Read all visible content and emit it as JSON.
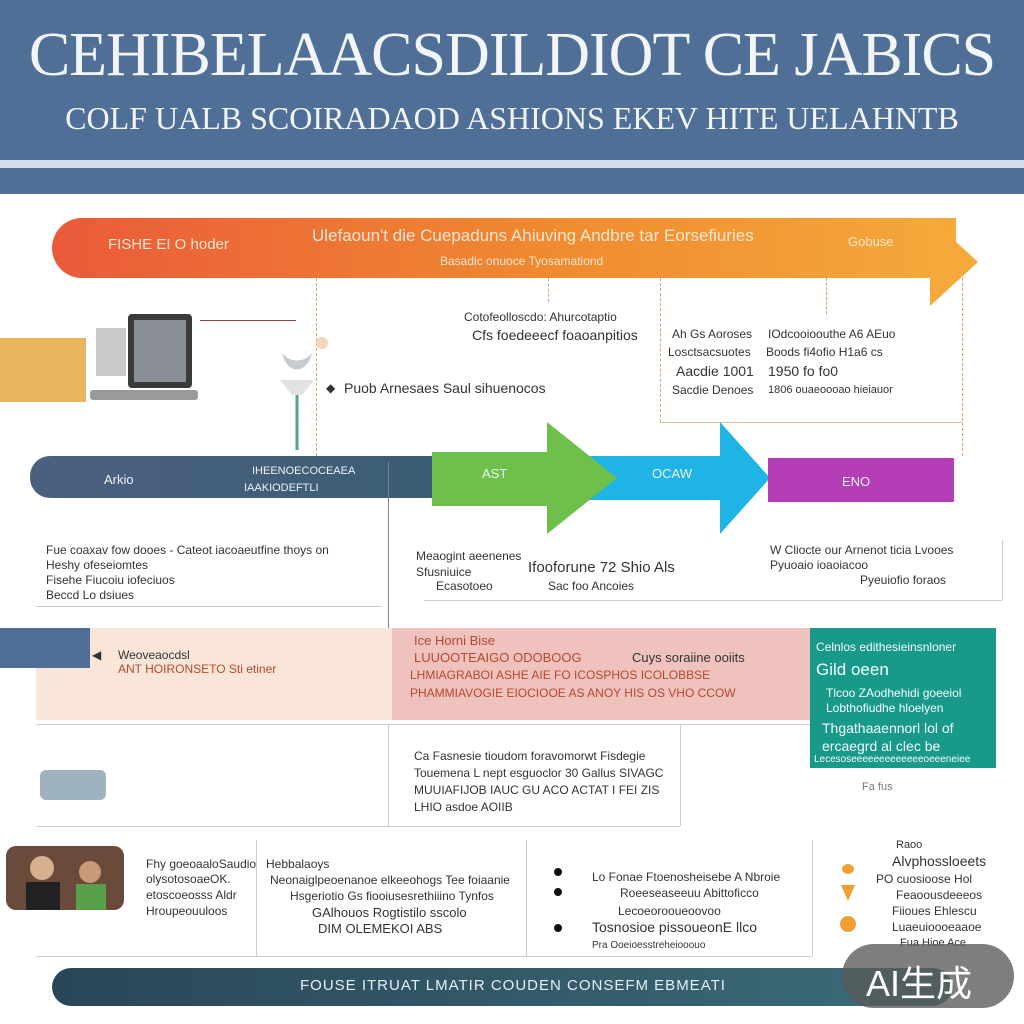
{
  "header": {
    "title": "CEHIBELAACSDILDIOT CE JABICS",
    "subtitle": "COLF UALB SCOIRADAOD ASHIONS EKEV HITE UELAHNTB"
  },
  "top_band": {
    "left_label": "FISHE EI O hoder",
    "center_title": "Ulefaoun't die Cuepaduns Ahiuving Andbre tar Eorsefiuries",
    "center_sub": "Basadic onuoce Tyosamationd",
    "right_label": "Gobuse"
  },
  "upper_notes": {
    "mid_line1": "Cotofeolloscdo: Ahurcotaptio",
    "mid_line2": "Cfs foedeeecf foaoanpitios",
    "left_caption": "Puob Arnesaes Saul sihuenocos",
    "col3": [
      "Ah Gs Aoroses",
      "Losctsacsuotes",
      "Aacdie 1001",
      "Sacdie Denoes"
    ],
    "col4": [
      "IOdcooioouthe A6 AEuo",
      "Boods fi4ofio H1a6 cs",
      "1950 fo fo0",
      "1806 ouaeoooao hieiauor"
    ]
  },
  "arrow_row": {
    "left_label": "Arkio",
    "mid_label_1": "IHEENOECOCEAEA",
    "mid_label_2": "IAAKIODEFTLI",
    "green_label": "AST",
    "cyan_label": "OCAW",
    "magenta_label": "ENO"
  },
  "mid_notes": {
    "left": [
      "Fue coaxav fow dooes - Cateot iacoaeutfine thoys on",
      "Heshy ofeseiomtes",
      "Fisehe Fiucoiu iofeciuos",
      "Beccd Lo dsiues"
    ],
    "center": [
      "Meaogint aeenenes",
      "Sfusniuice",
      "Ecasotoeo"
    ],
    "center_right": [
      "Ifooforune 72 Shio Als",
      "Sac foo Ancoies"
    ],
    "right": [
      "W Cliocte our Arnenot ticia Lvooes",
      "Pyuoaio ioaoiacoo",
      "Pyeuiofio foraos"
    ]
  },
  "band_panels": {
    "peach_title": "Weoveaocdsl",
    "peach_sub": "ANT HOIRONSETO Sti etiner",
    "pink_title": "Ice Horni Bise",
    "pink_line1": "LUUOOTEAIGO ODOBOOG",
    "pink_mid": "Cuys soraiine ooiits",
    "pink_line2": "LHMIAGRABOI ASHE AIE FO ICOSPHOS ICOLOBBSE",
    "pink_line3": "PHAMMIAVOGIE EIOCIOOE AS ANOY HIS OS VHO CCOW",
    "teal_head": "Celnlos edithesieinsnloner",
    "teal_big": "Gild oeen",
    "teal_mid": [
      "Tlcoo ZAodhehidi goeeiol",
      "Lobthofiudhe hloelyen"
    ],
    "teal_em1": "Thgathaaennorl lol of",
    "teal_em2": "ercaegrd al clec be",
    "teal_foot": "Lecesoseeeeeeeeeeeeeoeeeneiee",
    "teal_below": "Fa fus"
  },
  "lower_notes": {
    "center": [
      "Ca Fasnesie tioudom foravomorwt Fisdegie",
      "Touemena L nept esguoclor 30 Gallus SIVAGC",
      "MUUIAFIJOB IAUC GU ACO ACTAT I FEI ZIS",
      "LHIO asdoe AOIIB"
    ]
  },
  "bottom_row": {
    "col1": [
      "Fhy goeoaaloSaudio",
      "olysotosoaeOK.",
      "etoscoeosss Aldr",
      "Hroupeouuloos"
    ],
    "col2": [
      "Hebbalaoys",
      "Neonaiglpeoenanoe elkeeohogs Tee foiaanie",
      "Hsgeriotio Gs fiooiusesrethiiino Tynfos",
      "GAlhouos Rogtistilo sscolo",
      "DIM OLEMEKOI ABS"
    ],
    "col3": [
      "Lo Fonae Ftoenosheisebe A Nbroie",
      "Roeeseaseeuu Abittoficco",
      "Lecoeorooueoovoo",
      "Tosnosioe pissoueonE llco",
      "Pra Ooeioesstreheiooouo"
    ],
    "col4": [
      "Raoo",
      "Alvphossloeets",
      "PO cuosioose Hol",
      "Feaoousdeeeos",
      "Fiioues Ehlescu",
      "Luaeuioooeaaoe",
      "Fua Hioe Ace"
    ]
  },
  "footer": {
    "text": "FOUSE ITRUAT LMATIR COUDEN CONSEFM EBMEATI"
  },
  "watermark": {
    "text": "AI生成"
  }
}
